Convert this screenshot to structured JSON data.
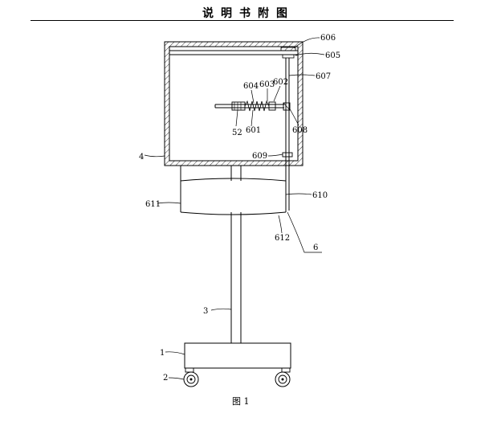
{
  "header": {
    "title": "说明书附图"
  },
  "labels": {
    "l606": "606",
    "l605": "605",
    "l607": "607",
    "l604": "604",
    "l603": "603",
    "l602": "602",
    "l52": "52",
    "l601": "601",
    "l608": "608",
    "l609": "609",
    "l4": "4",
    "l610": "610",
    "l611": "611",
    "l612": "612",
    "l6": "6",
    "l3": "3",
    "l1": "1",
    "l2": "2"
  },
  "caption": "图 1"
}
